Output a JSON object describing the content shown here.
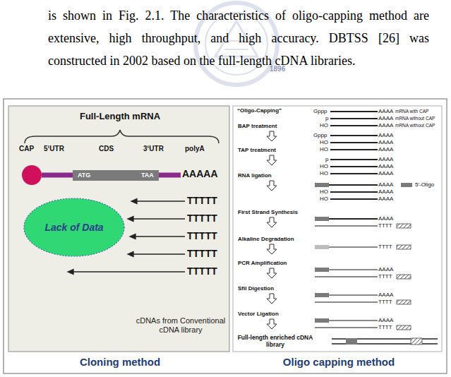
{
  "diagram": {
    "nodes": [
      {
        "text": [
          "Lack of Data"
        ]
      }
    ],
    "labels": [
      "is shown in Fig. 2.1. The characteristics of oligo-capping method are extensive, high throughput, and high accuracy. DBTSS [26] was constructed in 2002 based on the full-length cDNA libraries.",
      "1896",
      "Full-Length mRNA",
      "CAP",
      "5‘UTR",
      "CDS",
      "3‘UTR",
      "polyA",
      "ATG",
      "TAA",
      "AAAAA",
      "TTTTT",
      "TTTTT",
      "TTTTT",
      "TTTTT",
      "TTTTT",
      "cDNAs from Conventional cDNA library",
      "Cloning method",
      "“Oligo-Capping”",
      "Gppp",
      "p",
      "HO",
      "AAAA",
      "AAAA",
      "AAAA",
      "mRNA with CAP",
      "mRNA without CAP",
      "mRNA without CAP",
      "BAP treatment",
      "Gppp",
      "HO",
      "HO",
      "AAAA",
      "AAAA",
      "AAAA",
      "TAP treatment",
      "p",
      "HO",
      "HO",
      "AAAA",
      "AAAA",
      "AAAA",
      "RNA ligation",
      "HO",
      "HO",
      "AAAA",
      "AAAA",
      "AAAA",
      "5'-Oligo",
      "First Strand Synthesis",
      "AAAA",
      "TTTT",
      "Alkaline Degradation",
      "TTTT",
      "PCR Amplification",
      "AAAA",
      "TTTT",
      "SfiI Digestion",
      "AAAA",
      "TTTT",
      "Vector Ligation",
      "AAAA",
      "TTTT",
      "Full-length enriched cDNA library",
      "Oligo capping method"
    ]
  }
}
